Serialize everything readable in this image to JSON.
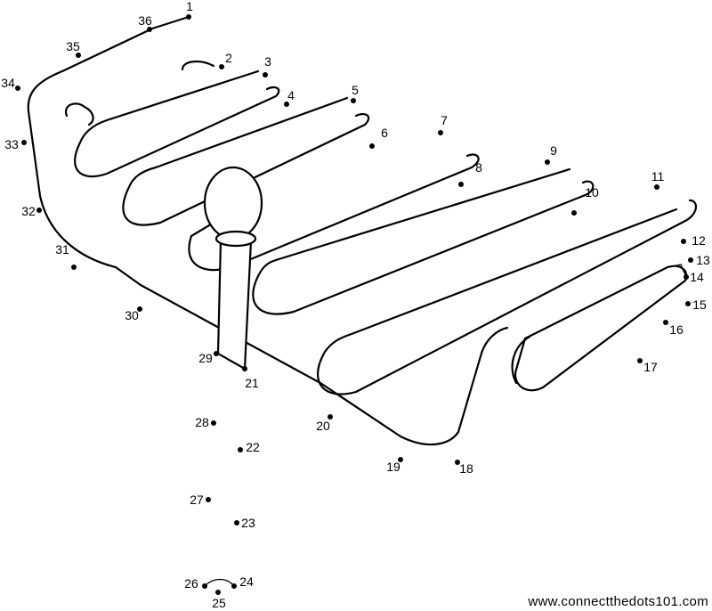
{
  "worksheet": {
    "dots": [
      "1",
      "2",
      "3",
      "4",
      "5",
      "6",
      "7",
      "8",
      "9",
      "10",
      "11",
      "12",
      "13",
      "14",
      "15",
      "16",
      "17",
      "18",
      "19",
      "20",
      "21",
      "22",
      "23",
      "24",
      "25",
      "26",
      "27",
      "28",
      "29",
      "30",
      "31",
      "32",
      "33",
      "34",
      "35",
      "36"
    ],
    "footer": "www.connectthedots101.com"
  }
}
